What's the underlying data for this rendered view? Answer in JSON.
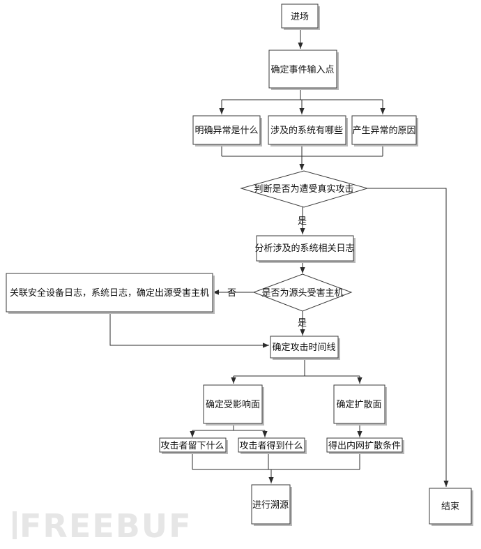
{
  "colors": {
    "stroke": "#3a3a3a",
    "shadow": "#b9b9b9",
    "watermark": "#e6e6e6"
  },
  "watermark": "FREEBUF",
  "nodes": {
    "enter": "进场",
    "input_point": "确定事件输入点",
    "what_abnormal": "明确异常是什么",
    "systems_involved": "涉及的系统有哪些",
    "abnormal_cause": "产生异常的原因",
    "real_attack_q": "判断是否为遭受真实攻击",
    "analyze_logs": "分析涉及的系统相关日志",
    "source_host_q": "是否为源头受害主机",
    "correlate_logs": "关联安全设备日志，系统日志，确定出源受害主机",
    "timeline": "确定攻击时间线",
    "affected_surface": "确定受影响面",
    "spread_surface": "确定扩散面",
    "left_behind": "攻击者留下什么",
    "obtained": "攻击者得到什么",
    "spread_conditions": "得出内网扩散条件",
    "trace_source": "进行溯源",
    "end": "结束"
  },
  "edge_labels": {
    "yes1": "是",
    "no": "否",
    "yes2": "是"
  }
}
